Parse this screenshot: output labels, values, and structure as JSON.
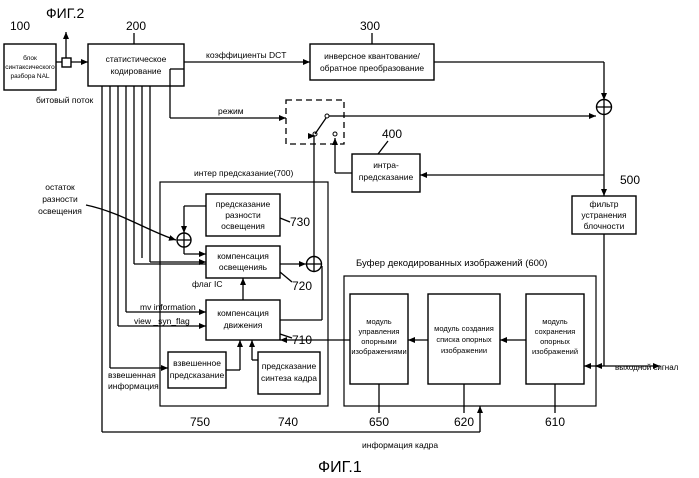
{
  "figure": {
    "caption": "ФИГ.1",
    "ref_fig2": "ФИГ.2"
  },
  "numbers": {
    "n100": "100",
    "n200": "200",
    "n300": "300",
    "n400": "400",
    "n500": "500",
    "n610": "610",
    "n620": "620",
    "n650": "650",
    "n710": "710",
    "n720": "720",
    "n730": "730",
    "n740": "740",
    "n750": "750"
  },
  "blocks": {
    "nal_parser": [
      "блок",
      "синтаксического",
      "разбора NAL"
    ],
    "entropy_decoding": [
      "статистическое",
      "кодирование"
    ],
    "inverse_quant": [
      "инверсное квантование/",
      "обратное преобразование"
    ],
    "intra_prediction": [
      "интра-",
      "предсказание"
    ],
    "deblocking_filter": [
      "фильтр",
      "устранения",
      "блочности"
    ],
    "illum_diff_prediction": [
      "предсказание",
      "разности",
      "освещения"
    ],
    "illum_compensation": [
      "компенсация",
      "освещенияь"
    ],
    "motion_compensation": [
      "компенсация",
      "движения"
    ],
    "weighted_prediction": [
      "взвешенное",
      "предсказание"
    ],
    "view_synthesis_prediction": [
      "предсказание",
      "синтеза кадра"
    ],
    "ref_pic_manager": [
      "модуль",
      "управления",
      "опорными",
      "изображениями"
    ],
    "ref_list_builder": [
      "модуль создания",
      "списка опорных",
      "изображении"
    ],
    "ref_pic_storage": [
      "модуль",
      "сохранения",
      "опорных",
      "изображений"
    ]
  },
  "labels": {
    "bitstream": "битовый поток",
    "dct_coeffs": "коэффициенты DCT",
    "mode": "режим",
    "inter_prediction": "интер предсказание(700)",
    "illum_residual": [
      "остаток",
      "разности",
      "освещения"
    ],
    "ic_flag": "флаг IC",
    "mv_information": "mv information",
    "view_syn_flag": "view _syn_flag",
    "weighted_info": [
      "взвешенная",
      "информация"
    ],
    "dpb": "Буфер декодированных изображений (600)",
    "output_signal": "выходной сигнал",
    "frame_info": "информация кадра"
  }
}
